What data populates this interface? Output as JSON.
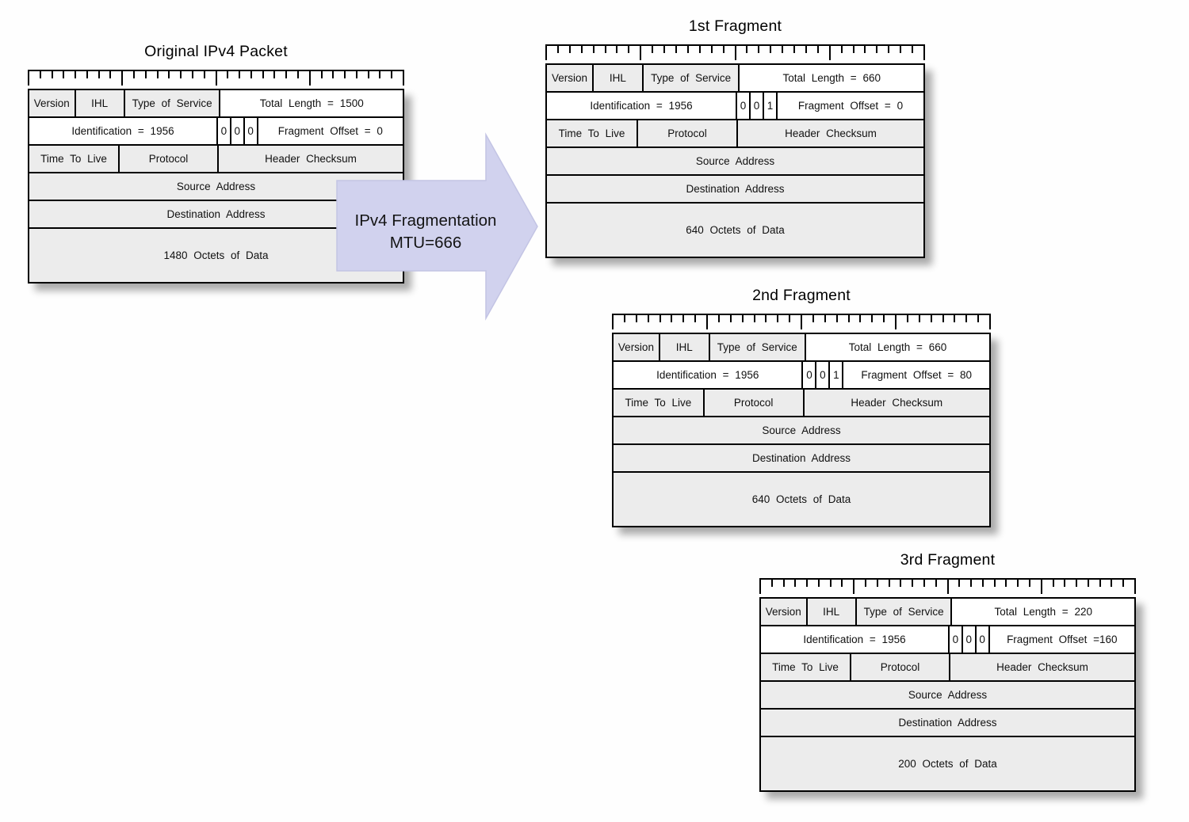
{
  "colors": {
    "arrow_fill": "#d1d2ee",
    "arrow_stroke": "#c3c4e4",
    "cell_gray": "#ececec",
    "border": "#000000"
  },
  "arrow": {
    "label_line1": "IPv4 Fragmentation",
    "label_line2": "MTU=666"
  },
  "packets": [
    {
      "title": "Original IPv4 Packet",
      "row1": {
        "version": "Version",
        "ihl": "IHL",
        "tos": "Type of Service",
        "total_length": "Total Length = 1500"
      },
      "row2": {
        "identification": "Identification = 1956",
        "flags": [
          "0",
          "0",
          "0"
        ],
        "fragment_offset": "Fragment Offset = 0"
      },
      "row3": {
        "ttl": "Time To Live",
        "protocol": "Protocol",
        "checksum": "Header Checksum"
      },
      "source": "Source Address",
      "destination": "Destination Address",
      "payload": "1480 Octets of Data"
    },
    {
      "title": "1st Fragment",
      "row1": {
        "version": "Version",
        "ihl": "IHL",
        "tos": "Type of Service",
        "total_length": "Total Length = 660"
      },
      "row2": {
        "identification": "Identification = 1956",
        "flags": [
          "0",
          "0",
          "1"
        ],
        "fragment_offset": "Fragment Offset = 0"
      },
      "row3": {
        "ttl": "Time To Live",
        "protocol": "Protocol",
        "checksum": "Header Checksum"
      },
      "source": "Source Address",
      "destination": "Destination Address",
      "payload": "640 Octets of Data"
    },
    {
      "title": "2nd Fragment",
      "row1": {
        "version": "Version",
        "ihl": "IHL",
        "tos": "Type of Service",
        "total_length": "Total Length = 660"
      },
      "row2": {
        "identification": "Identification = 1956",
        "flags": [
          "0",
          "0",
          "1"
        ],
        "fragment_offset": "Fragment Offset = 80"
      },
      "row3": {
        "ttl": "Time To Live",
        "protocol": "Protocol",
        "checksum": "Header Checksum"
      },
      "source": "Source Address",
      "destination": "Destination Address",
      "payload": "640 Octets of Data"
    },
    {
      "title": "3rd Fragment",
      "row1": {
        "version": "Version",
        "ihl": "IHL",
        "tos": "Type of Service",
        "total_length": "Total Length = 220"
      },
      "row2": {
        "identification": "Identification = 1956",
        "flags": [
          "0",
          "0",
          "0"
        ],
        "fragment_offset": "Fragment Offset =160"
      },
      "row3": {
        "ttl": "Time To Live",
        "protocol": "Protocol",
        "checksum": "Header Checksum"
      },
      "source": "Source Address",
      "destination": "Destination Address",
      "payload": "200 Octets of Data"
    }
  ]
}
